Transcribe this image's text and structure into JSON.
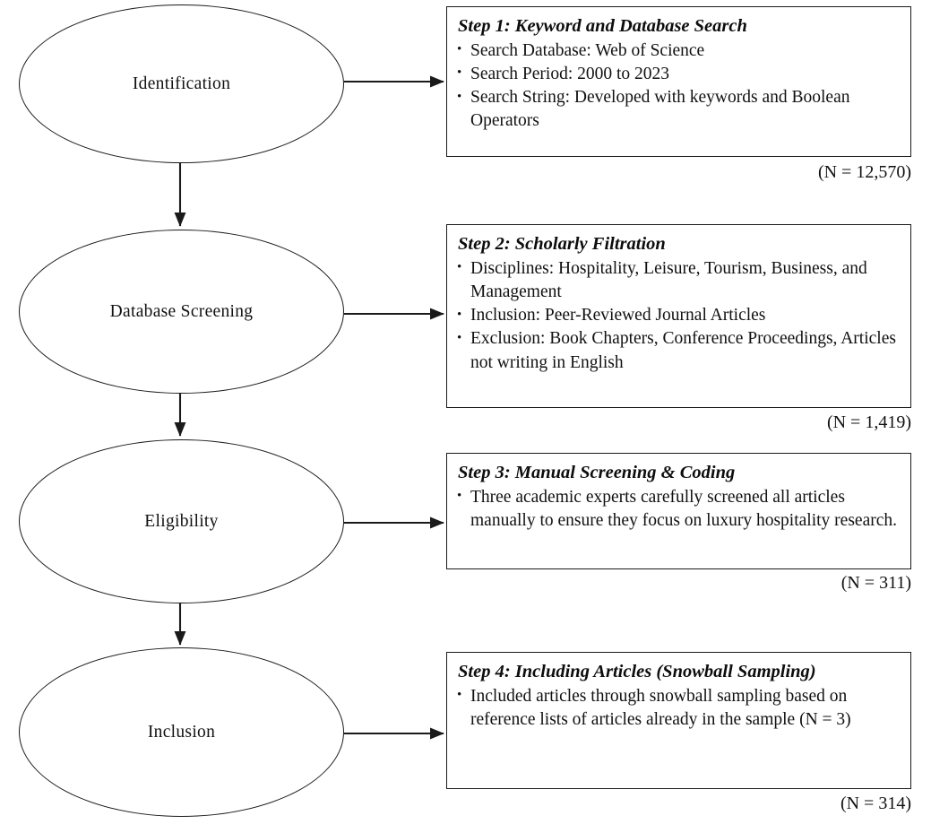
{
  "diagram": {
    "title": "PRISMA literature selection flow diagram",
    "type": "flowchart",
    "stroke_color": "#1a1a1a",
    "background_color": "#ffffff",
    "stages": [
      {
        "id": "identification",
        "label": "Identification",
        "step": {
          "heading": "Step 1: Keyword and Database Search",
          "bullets": [
            "Search Database: Web of Science",
            "Search Period: 2000 to 2023",
            "Search String: Developed with keywords and Boolean Operators"
          ]
        },
        "count": "(N = 12,570)"
      },
      {
        "id": "database-screening",
        "label": "Database Screening",
        "step": {
          "heading": "Step 2: Scholarly Filtration",
          "bullets": [
            "Disciplines: Hospitality, Leisure, Tourism, Business, and Management",
            "Inclusion: Peer-Reviewed Journal Articles",
            "Exclusion: Book Chapters, Conference Proceedings, Articles not writing in English"
          ]
        },
        "count": "(N = 1,419)"
      },
      {
        "id": "eligibility",
        "label": "Eligibility",
        "step": {
          "heading": "Step 3: Manual Screening & Coding",
          "bullets": [
            "Three academic experts carefully screened all articles manually to ensure they focus on luxury hospitality research."
          ]
        },
        "count": "(N = 311)"
      },
      {
        "id": "inclusion",
        "label": "Inclusion",
        "step": {
          "heading": "Step 4: Including Articles (Snowball Sampling)",
          "bullets": [
            "Included articles through snowball sampling based on reference lists of articles already in the sample (N = 3)"
          ]
        },
        "count": "(N = 314)"
      }
    ]
  }
}
